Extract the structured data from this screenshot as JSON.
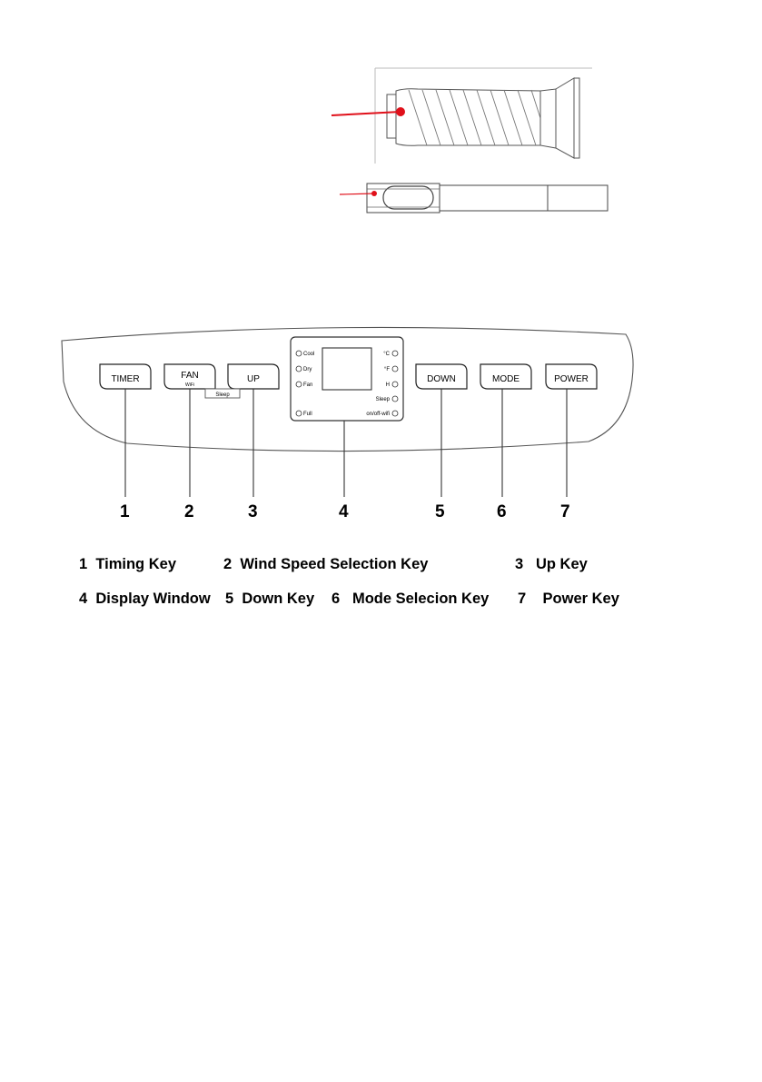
{
  "panel": {
    "buttons": {
      "timer": "TIMER",
      "fan": "FAN",
      "fan_sub": "WiFi",
      "up": "UP",
      "down": "DOWN",
      "mode": "MODE",
      "power": "POWER"
    },
    "sleep_label": "Sleep",
    "display": {
      "left": [
        "Cool",
        "Dry",
        "Fan",
        "Full"
      ],
      "right": [
        "°C",
        "°F",
        "H",
        "Sleep",
        "on/off-wifi"
      ]
    }
  },
  "callouts": [
    "1",
    "2",
    "3",
    "4",
    "5",
    "6",
    "7"
  ],
  "legend": {
    "row1": [
      {
        "num": "1",
        "label": "Timing Key"
      },
      {
        "num": "2",
        "label": "Wind Speed Selection Key"
      },
      {
        "num": "3",
        "label": "Up Key"
      }
    ],
    "row2": [
      {
        "num": "4",
        "label": "Display Window"
      },
      {
        "num": "5",
        "label": "Down Key"
      },
      {
        "num": "6",
        "label": "Mode Selecion Key"
      },
      {
        "num": "7",
        "label": "Power Key"
      }
    ]
  },
  "colors": {
    "pointer": "#e0101a",
    "line": "#333333"
  }
}
